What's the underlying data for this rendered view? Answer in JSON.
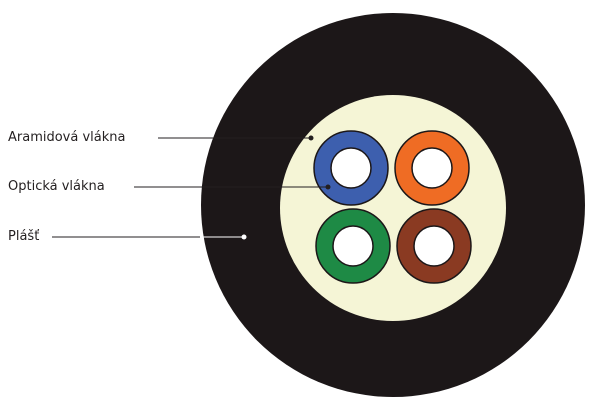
{
  "labels": {
    "aramid": "Aramidová vlákna",
    "optical": "Optická vlákna",
    "jacket": "Plášť"
  },
  "colors": {
    "jacket": "#1c1718",
    "filler": "#f5f5d6",
    "fiber_blue": "#3d5fae",
    "fiber_orange": "#ef6c24",
    "fiber_green": "#1e8a45",
    "fiber_brown": "#8a3a22",
    "fiber_core": "#ffffff",
    "text": "#231f20"
  }
}
